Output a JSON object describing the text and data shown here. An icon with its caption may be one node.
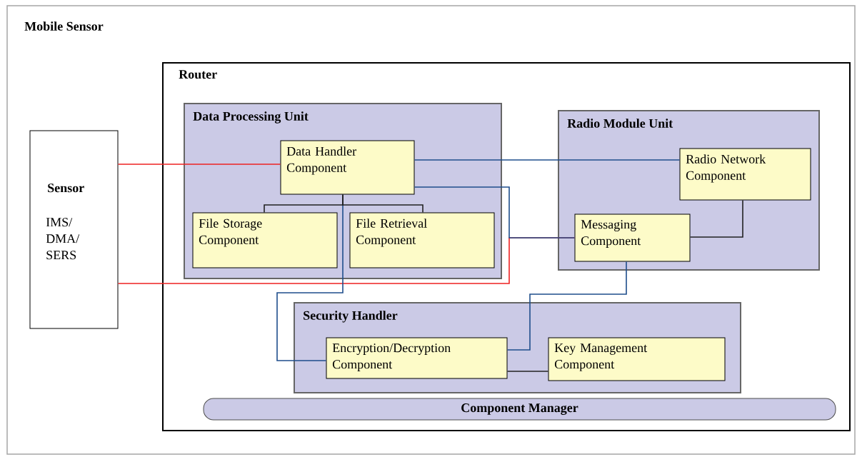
{
  "diagram": {
    "nodes": [
      {
        "text": [
          "Mobile Sensor"
        ]
      },
      {
        "text": [
          "Sensor",
          "IMS/ DMA/ SERS"
        ],
        "in": 0
      },
      {
        "text": [
          "Router"
        ],
        "in": 0
      },
      {
        "text": [
          "Data Processing Unit"
        ],
        "in": 2
      },
      {
        "text": [
          "Data Handler Component"
        ],
        "in": 3
      },
      {
        "text": [
          "File Storage Component"
        ],
        "in": 3
      },
      {
        "text": [
          "File Retrieval Component"
        ],
        "in": 3
      },
      {
        "text": [
          "Radio Module Unit"
        ],
        "in": 2
      },
      {
        "text": [
          "Radio Network Component"
        ],
        "in": 7
      },
      {
        "text": [
          "Messaging Component"
        ],
        "in": 7
      },
      {
        "text": [
          "Security Handler"
        ],
        "in": 2
      },
      {
        "text": [
          "Encryption/Decryption Component"
        ],
        "in": 10
      },
      {
        "text": [
          "Key Management Component"
        ],
        "in": 10
      },
      {
        "text": [
          "Component Manager"
        ],
        "in": 2
      }
    ],
    "edges": [
      {
        "from": 1,
        "to": 4,
        "arrow": "none",
        "color": "#ee2222"
      },
      {
        "from": 1,
        "to": 9,
        "arrow": "none",
        "color": "#ee2222"
      },
      {
        "from": 4,
        "to": 8,
        "arrow": "none",
        "color": "#1f4e8c"
      },
      {
        "from": 4,
        "to": 9,
        "arrow": "none",
        "color": "#1f4e8c"
      },
      {
        "from": 4,
        "to": 11,
        "arrow": "none",
        "color": "#1f4e8c"
      },
      {
        "from": 9,
        "to": 11,
        "arrow": "none",
        "color": "#1f4e8c"
      },
      {
        "from": 8,
        "to": 9,
        "arrow": "none",
        "color": "#222222"
      },
      {
        "from": 11,
        "to": 12,
        "arrow": "none",
        "color": "#222222"
      },
      {
        "from": 4,
        "to": 5,
        "arrow": "none",
        "color": "#222222"
      },
      {
        "from": 4,
        "to": 6,
        "arrow": "none",
        "color": "#222222"
      }
    ]
  }
}
